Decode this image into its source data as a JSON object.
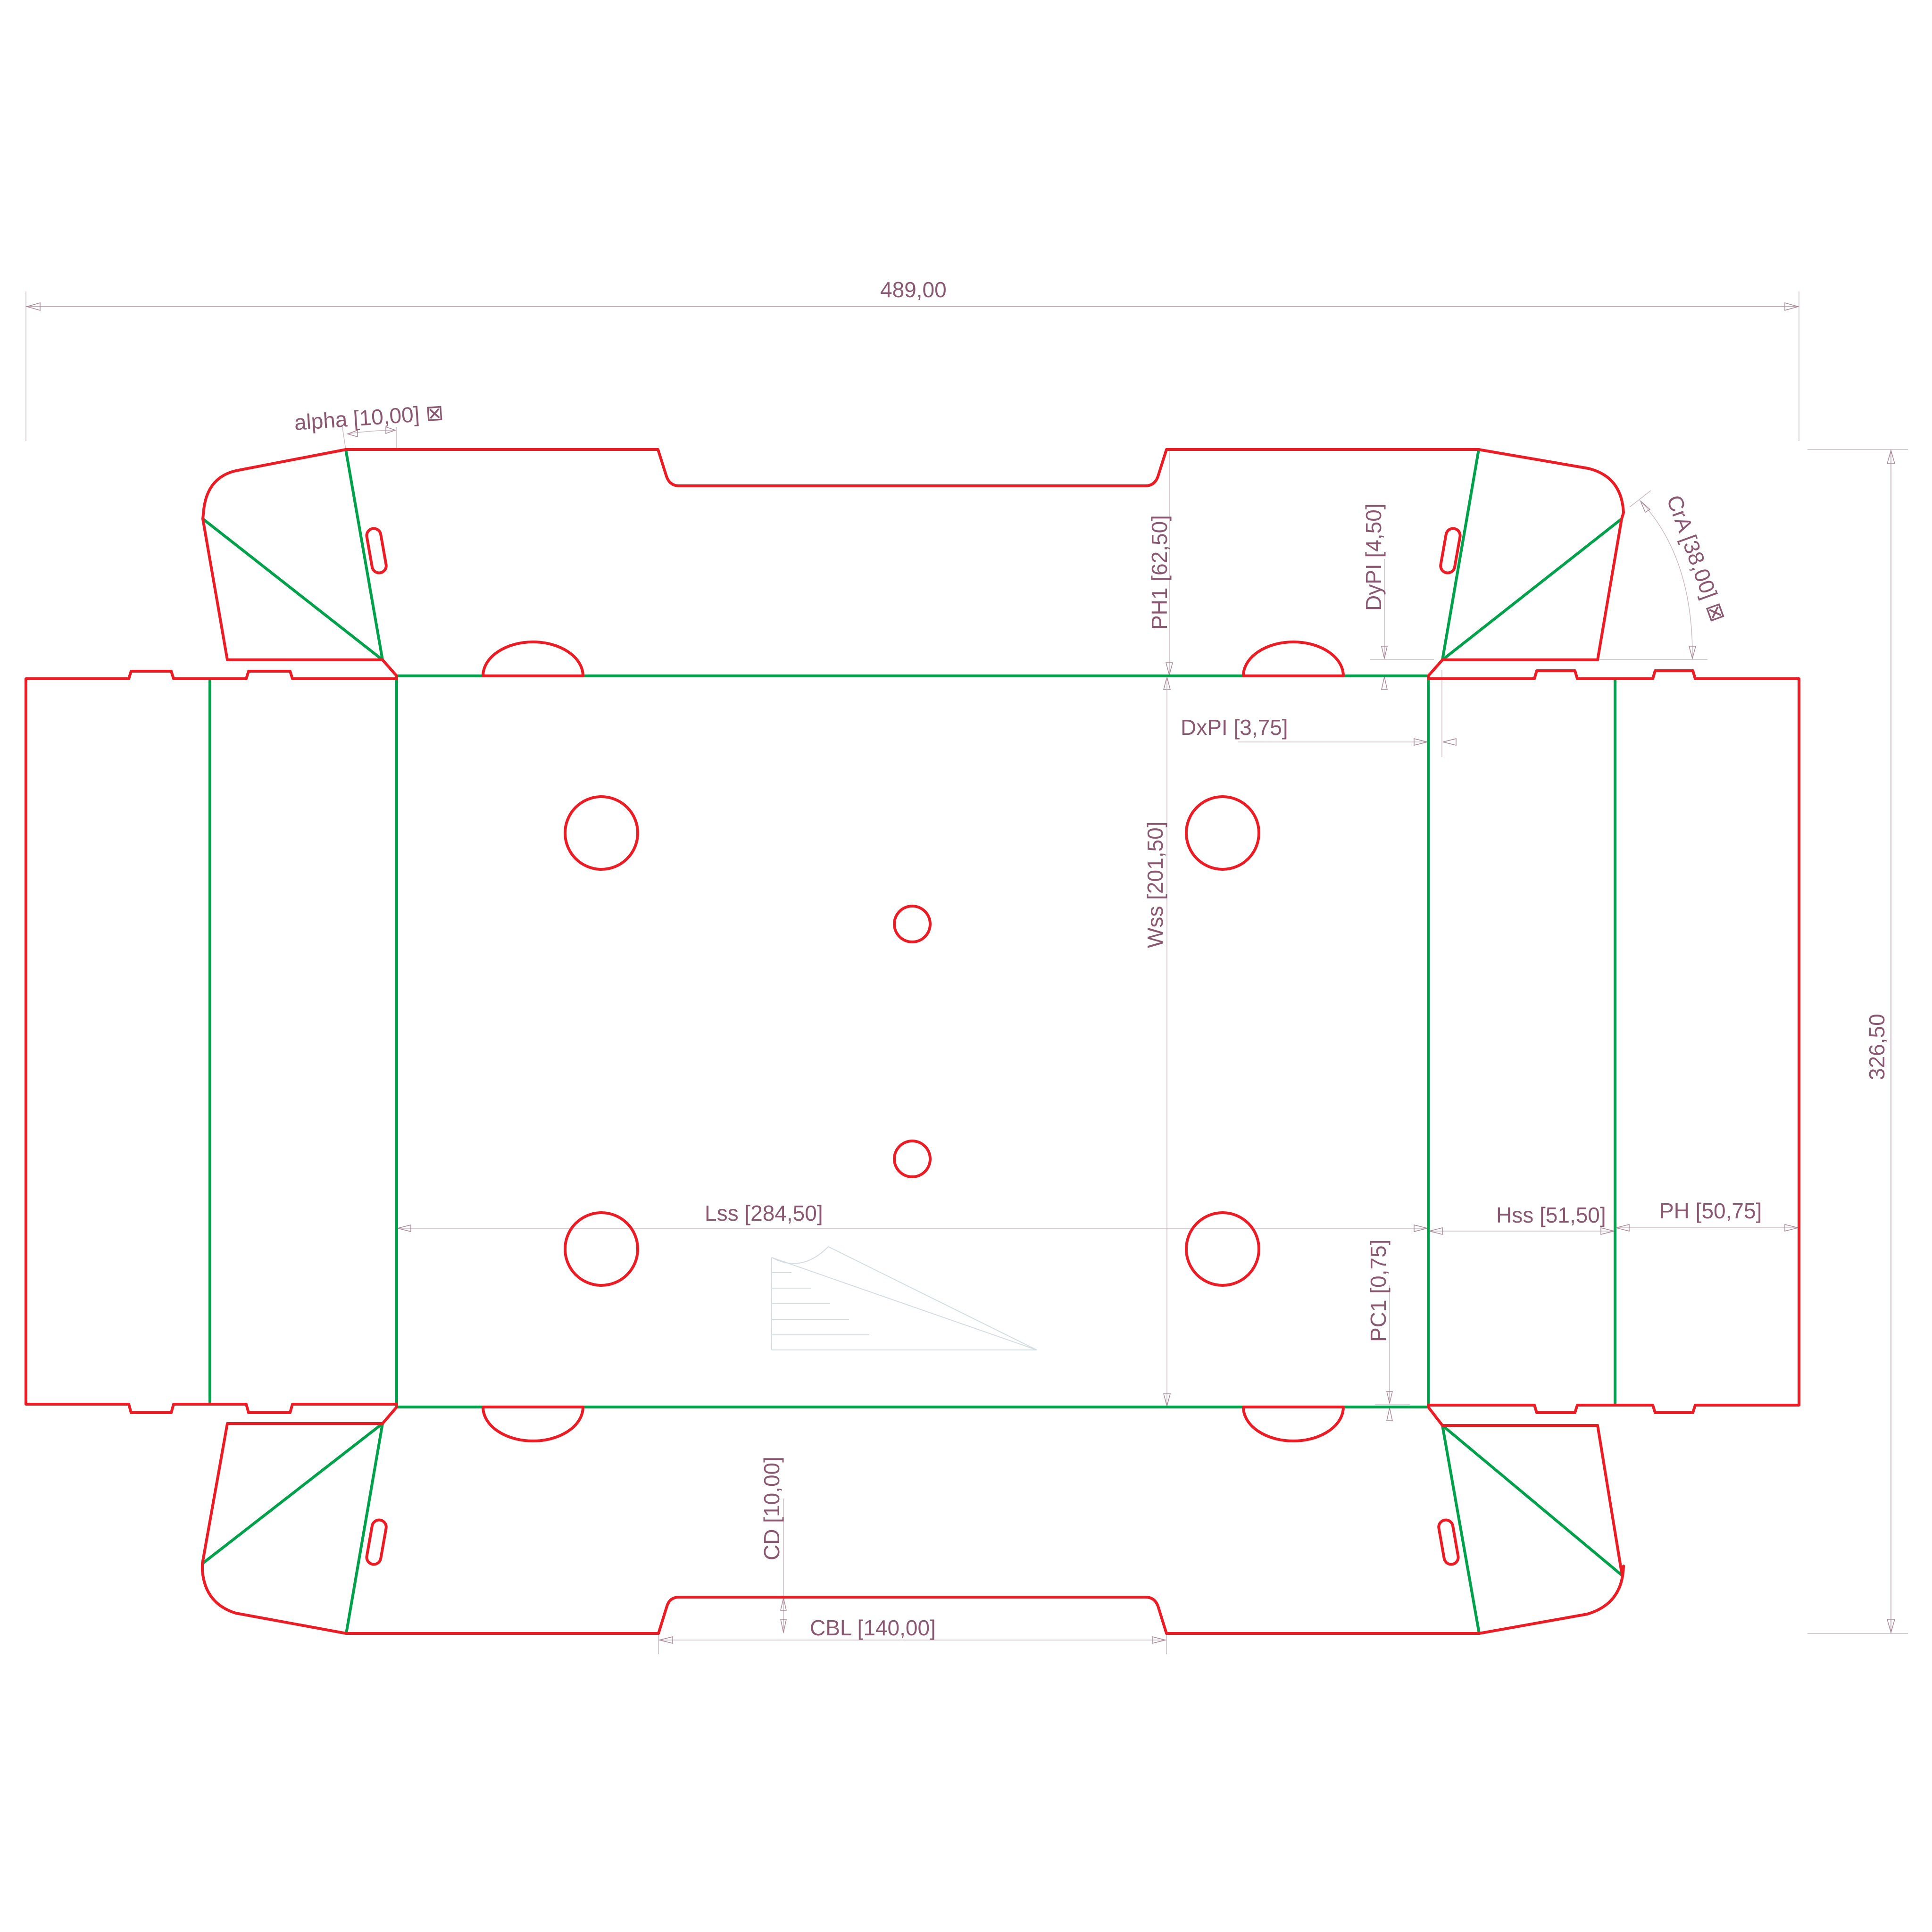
{
  "diagram": {
    "title": "Box die-cut layout (cut lines and crease lines with parametric dimensions)",
    "colors": {
      "cut_line": "#ed1c24",
      "crease_line": "#00a14b",
      "dimension_line": "#c9aebb",
      "label_text": "#8b5872",
      "decoration": "#d3dde2"
    },
    "overall": {
      "width_label": "489,00",
      "height_label": "326,50"
    },
    "labels": {
      "alpha": "alpha [10,00] ⊠",
      "ph1": "PH1 [62,50]",
      "dypi": "DyPI [4,50]",
      "cra": "CrA [38,00] ⊠",
      "dxpi": "DxPI [3,75]",
      "wss": "Wss [201,50]",
      "lss": "Lss [284,50]",
      "hss": "Hss [51,50]",
      "ph": "PH [50,75]",
      "pc1": "PC1 [0,75]",
      "cd": "CD [10,00]",
      "cbl": "CBL [140,00]"
    },
    "parameters": [
      {
        "name": "alpha",
        "value": "10,00",
        "kind": "angle"
      },
      {
        "name": "PH1",
        "value": "62,50"
      },
      {
        "name": "DyPI",
        "value": "4,50"
      },
      {
        "name": "CrA",
        "value": "38,00",
        "kind": "angle"
      },
      {
        "name": "DxPI",
        "value": "3,75"
      },
      {
        "name": "Wss",
        "value": "201,50"
      },
      {
        "name": "Lss",
        "value": "284,50"
      },
      {
        "name": "Hss",
        "value": "51,50"
      },
      {
        "name": "PH",
        "value": "50,75"
      },
      {
        "name": "PC1",
        "value": "0,75"
      },
      {
        "name": "CD",
        "value": "10,00"
      },
      {
        "name": "CBL",
        "value": "140,00"
      }
    ],
    "holes": {
      "large_circles": 4,
      "small_circles": 2,
      "half_circle_cutouts": 4,
      "hand_slots": 4
    },
    "icons": {
      "angle_marker": "boxed-x-icon",
      "grain_symbol": "grain-direction-icon"
    }
  }
}
